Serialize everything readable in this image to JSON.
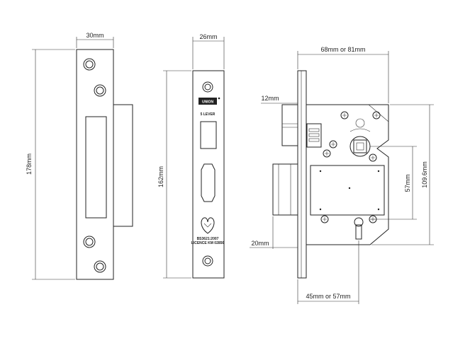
{
  "dimensions": {
    "strike_width": "30mm",
    "strike_height": "178mm",
    "forend_width": "26mm",
    "forend_height": "162mm",
    "backset": "68mm or 81mm",
    "deadbolt_projection": "12mm",
    "lever_centres": "57mm",
    "case_depth": "109.6mm",
    "bolt_throw": "20mm",
    "case_width": "45mm or 57mm"
  },
  "forend_marks": {
    "brand": "UNION",
    "lever_text": "5 LEVER",
    "standard_line1": "BS3621:2007",
    "standard_line2": "LICENCE KM 02856"
  }
}
